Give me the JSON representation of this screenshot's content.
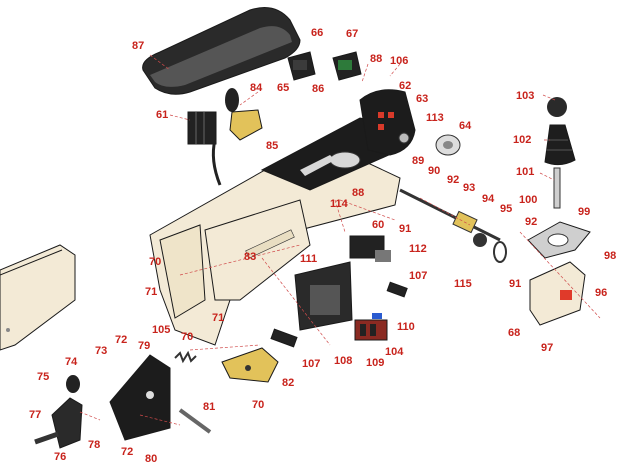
{
  "diagram": {
    "type": "exploded-parts-view",
    "callouts": [
      "87",
      "66",
      "67",
      "88",
      "106",
      "84",
      "65",
      "86",
      "62",
      "63",
      "103",
      "61",
      "113",
      "64",
      "85",
      "102",
      "89",
      "90",
      "92",
      "93",
      "101",
      "88",
      "114",
      "100",
      "99",
      "60",
      "91",
      "94",
      "95",
      "92",
      "112",
      "70",
      "83",
      "111",
      "107",
      "98",
      "71",
      "115",
      "91",
      "96",
      "68",
      "105",
      "70",
      "71",
      "110",
      "97",
      "72",
      "73",
      "79",
      "104",
      "107",
      "108",
      "109",
      "74",
      "82",
      "75",
      "77",
      "70",
      "81",
      "78",
      "76",
      "72",
      "80"
    ]
  },
  "colors": {
    "callout": "#c8231c",
    "leader": "#d04a4a",
    "plate": "#f3ead6",
    "dark_part": "#1c1c1c",
    "brass": "#e2c25a"
  }
}
